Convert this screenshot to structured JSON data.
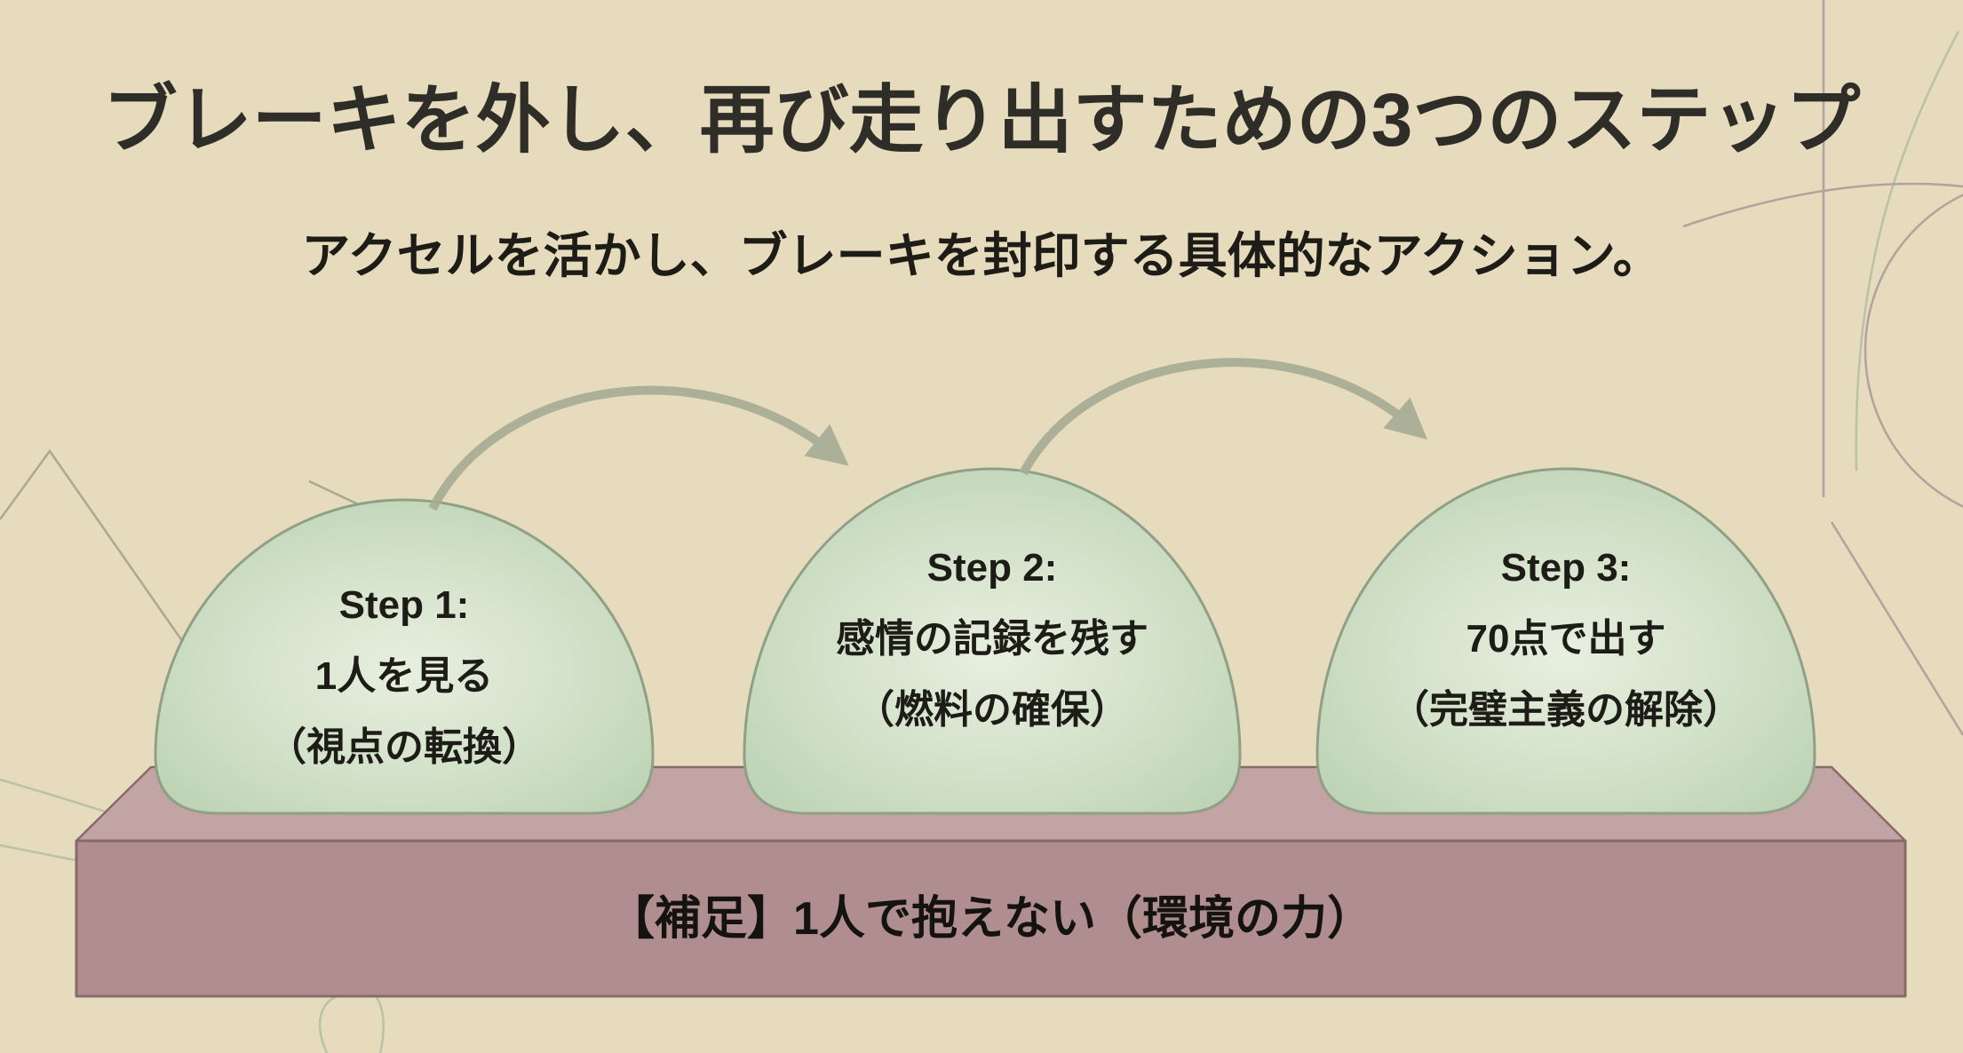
{
  "slide": {
    "title": "ブレーキを外し、再び走り出すための3つのステップ",
    "subtitle": "アクセルを活かし、ブレーキを封印する具体的なアクション。",
    "base_note": "【補足】1人で抱えない（環境の力）"
  },
  "steps": [
    {
      "label": "Step 1:",
      "line1": "1人を見る",
      "line2": "（視点の転換）"
    },
    {
      "label": "Step 2:",
      "line1": "感情の記録を残す",
      "line2": "（燃料の確保）"
    },
    {
      "label": "Step 3:",
      "line1": "70点で出す",
      "line2": "（完璧主義の解除）"
    }
  ],
  "colors": {
    "canvas_bg": "#e6dbbc",
    "dome_fill_center": "#e8efdf",
    "dome_fill_mid": "#d2e1c9",
    "dome_fill_edge": "#b2cca9",
    "dome_border": "#8fa086",
    "platform_front": "#b08d8e",
    "platform_top": "#c3a4a4",
    "platform_border": "#876a6a",
    "arrow": "#a8ad95",
    "title_text": "#2e2d27",
    "body_text": "#1d1c17",
    "deco_mauve": "#b2a19d",
    "deco_green": "#b7c2a6",
    "deco_olive": "#a9a891"
  }
}
